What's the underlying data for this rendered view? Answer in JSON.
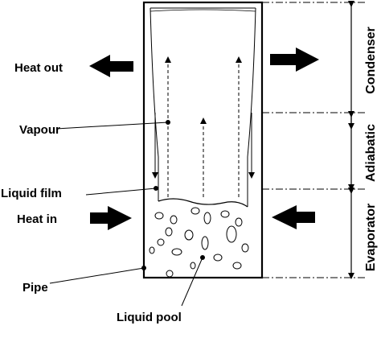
{
  "labels": {
    "heat_out": "Heat out",
    "vapour": "Vapour",
    "liquid_film": "Liquid film",
    "heat_in": "Heat in",
    "pipe": "Pipe",
    "liquid_pool": "Liquid pool"
  },
  "sections": {
    "condenser": "Condenser",
    "adiabatic": "Adiabatic",
    "evaporator": "Evaporator"
  },
  "colors": {
    "stroke": "#000000",
    "background": "#ffffff"
  }
}
